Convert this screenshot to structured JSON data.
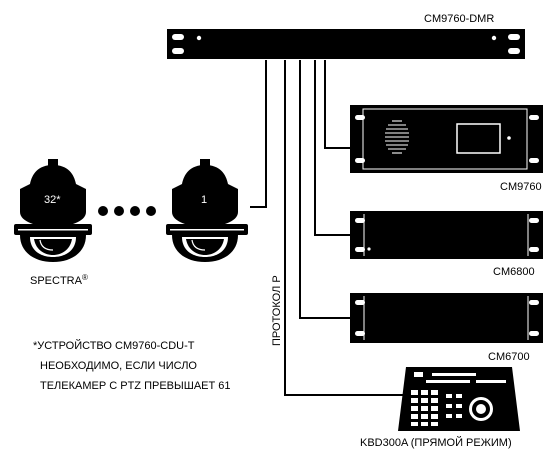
{
  "devices": {
    "dmr": "CM9760-DMR",
    "cm9760": "CM9760",
    "cm6800": "CM6800",
    "cm6700": "CM6700",
    "kbd": "KBD300A (ПРЯМОЙ РЕЖИМ)"
  },
  "cameras": {
    "first": "32*",
    "last": "1",
    "brand": "SPECTRA",
    "brand_mark": "®"
  },
  "protocol_label": "ПРОТОКОЛ P",
  "footnote": [
    "*УСТРОЙСТВО CM9760-CDU-T",
    "НЕОБХОДИМО, ЕСЛИ ЧИСЛО",
    "ТЕЛЕКАМЕР С PTZ ПРЕВЫШАЕТ 61"
  ]
}
